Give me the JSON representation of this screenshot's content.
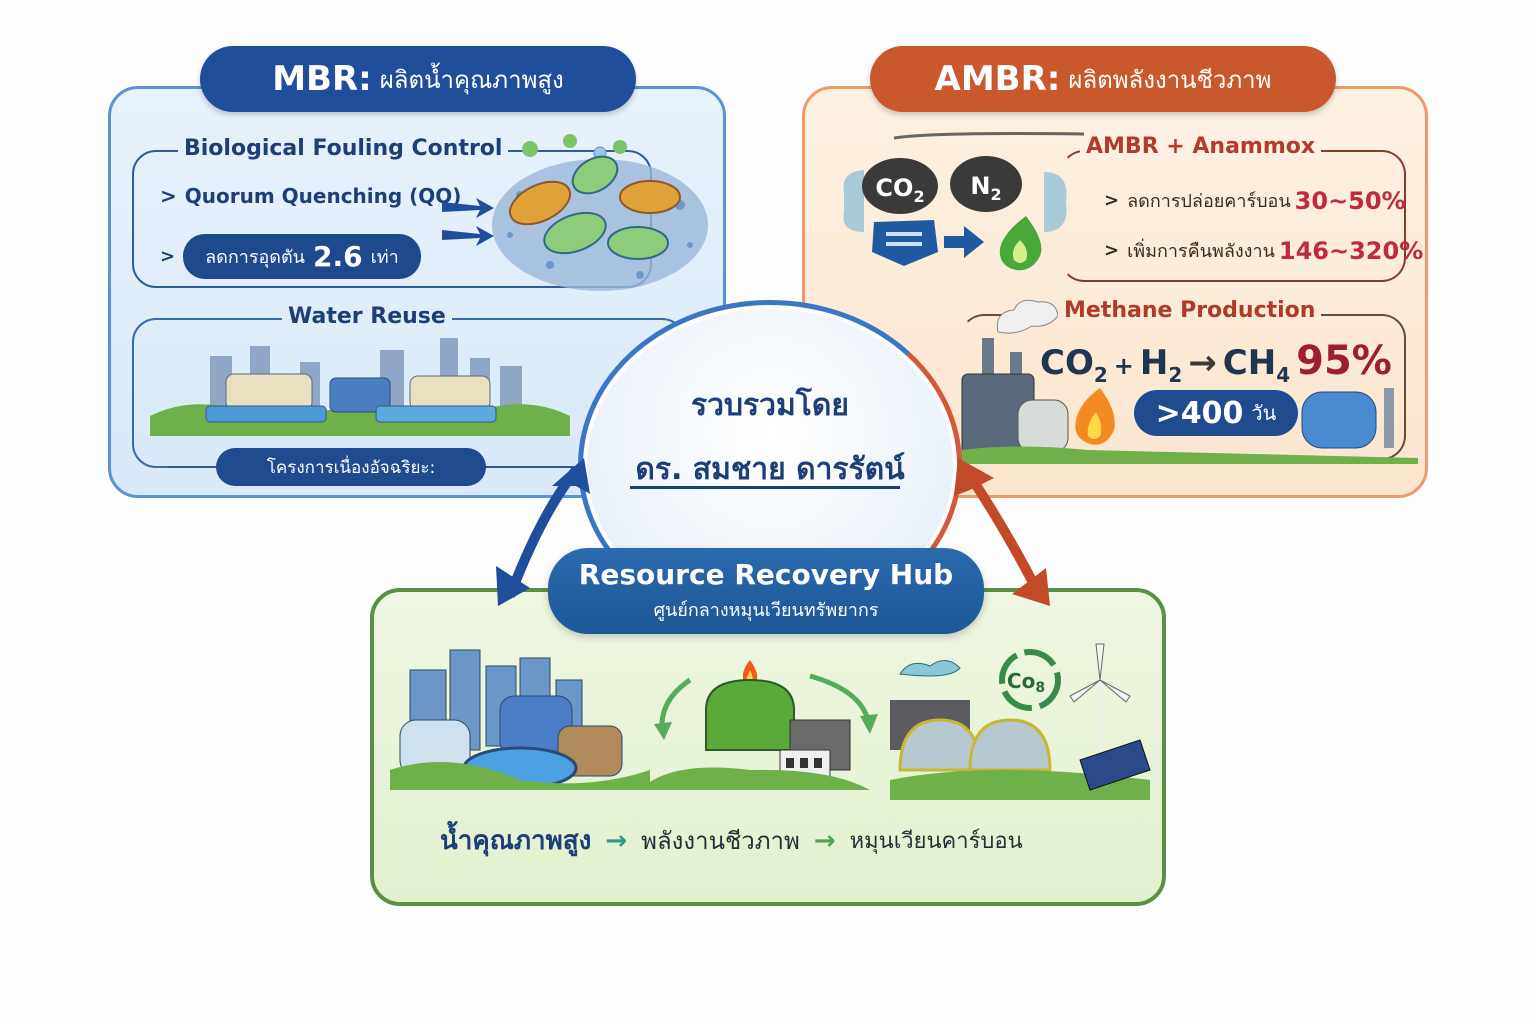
{
  "mbr": {
    "title_prefix": "MBR:",
    "title_thai": "ผลิตน้ำคุณภาพสูง",
    "fouling": {
      "heading": "Biological Fouling Control",
      "bullet_1": "Quorum Quenching (QQ)",
      "bullet_2_label": "ลดการอุดตัน",
      "bullet_2_value": "2.6",
      "bullet_2_unit": "เท่า"
    },
    "water_reuse": {
      "heading": "Water Reuse",
      "project_label": "โครงการเนื่องอัจฉริยะ:"
    }
  },
  "ambr": {
    "title_prefix": "AMBR:",
    "title_thai": "ผลิตพลังงานชีวภาพ",
    "anammox": {
      "heading": "AMBR + Anammox",
      "gas_1": "CO",
      "gas_1_sub": "2",
      "gas_2": "N",
      "gas_2_sub": "2",
      "bullet_1_label": "ลดการปล่อยคาร์บอน",
      "bullet_1_value": "30~50%",
      "bullet_2_label": "เพิ่มการคืนพลังงาน",
      "bullet_2_value": "146~320%"
    },
    "methane": {
      "heading": "Methane Production",
      "eq_co2": "CO",
      "eq_co2_sub": "2",
      "eq_plus": "+",
      "eq_h2": "H",
      "eq_h2_sub": "2",
      "eq_arrow": "→",
      "eq_ch4": "CH",
      "eq_ch4_sub": "4",
      "eq_percent": "95%",
      "days_value": ">400",
      "days_unit": "วัน"
    }
  },
  "center": {
    "line_1": "รวบรวมโดย",
    "line_2": "ดร. สมชาย ดารรัตน์"
  },
  "hub": {
    "title": "Resource Recovery Hub",
    "subtitle": "ศูนย์กลางหมุนเวียนทรัพยากร",
    "co2_badge": "Co",
    "co2_badge_sub": "8",
    "flow": {
      "step_1": "น้ำคุณภาพสูง",
      "arrow": "→",
      "step_2": "พลังงานชีวภาพ",
      "step_3": "หมุนเวียนคาร์บอน"
    }
  },
  "colors": {
    "mbr_blue": "#1f4f9a",
    "ambr_orange": "#c9582c",
    "hub_green": "#5a8f45",
    "accent_red": "#c02a3a"
  }
}
